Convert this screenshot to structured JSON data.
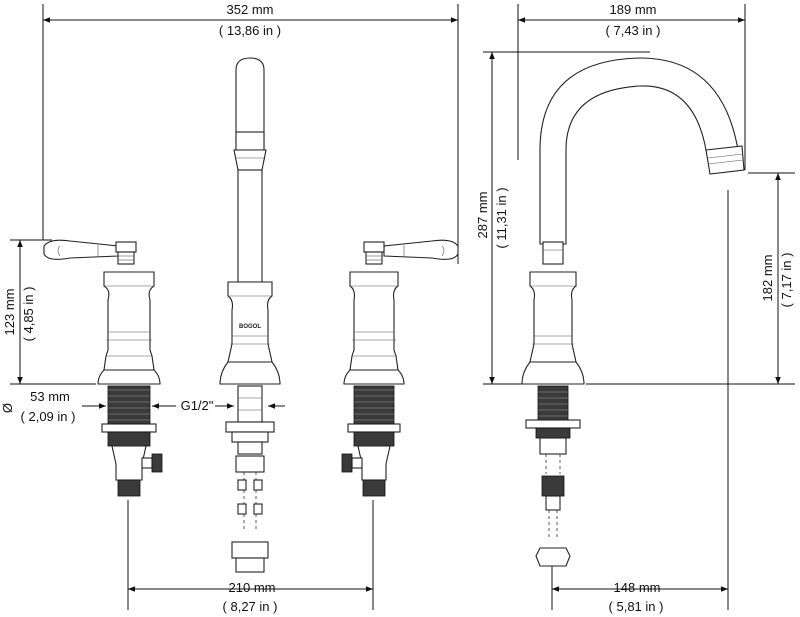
{
  "dimensions": {
    "overall_width": {
      "mm": "352 mm",
      "inch": "( 13,86 in )"
    },
    "spout_reach": {
      "mm": "189 mm",
      "inch": "( 7,43 in )"
    },
    "spout_height": {
      "mm": "287 mm",
      "inch": "( 11,31 in )"
    },
    "handle_height": {
      "mm": "123 mm",
      "inch": "( 4,85 in )"
    },
    "outlet_height": {
      "mm": "182 mm",
      "inch": "( 7,17 in )"
    },
    "hole_diameter": {
      "symbol": "Ø",
      "mm": "53 mm",
      "inch": "( 2,09 in )"
    },
    "connection_thread": "G1/2\"",
    "handle_spacing": {
      "mm": "210 mm",
      "inch": "( 8,27 in )"
    },
    "spout_base_offset": {
      "mm": "148 mm",
      "inch": "( 5,81 in )"
    }
  },
  "brand_label": "BOGOL"
}
